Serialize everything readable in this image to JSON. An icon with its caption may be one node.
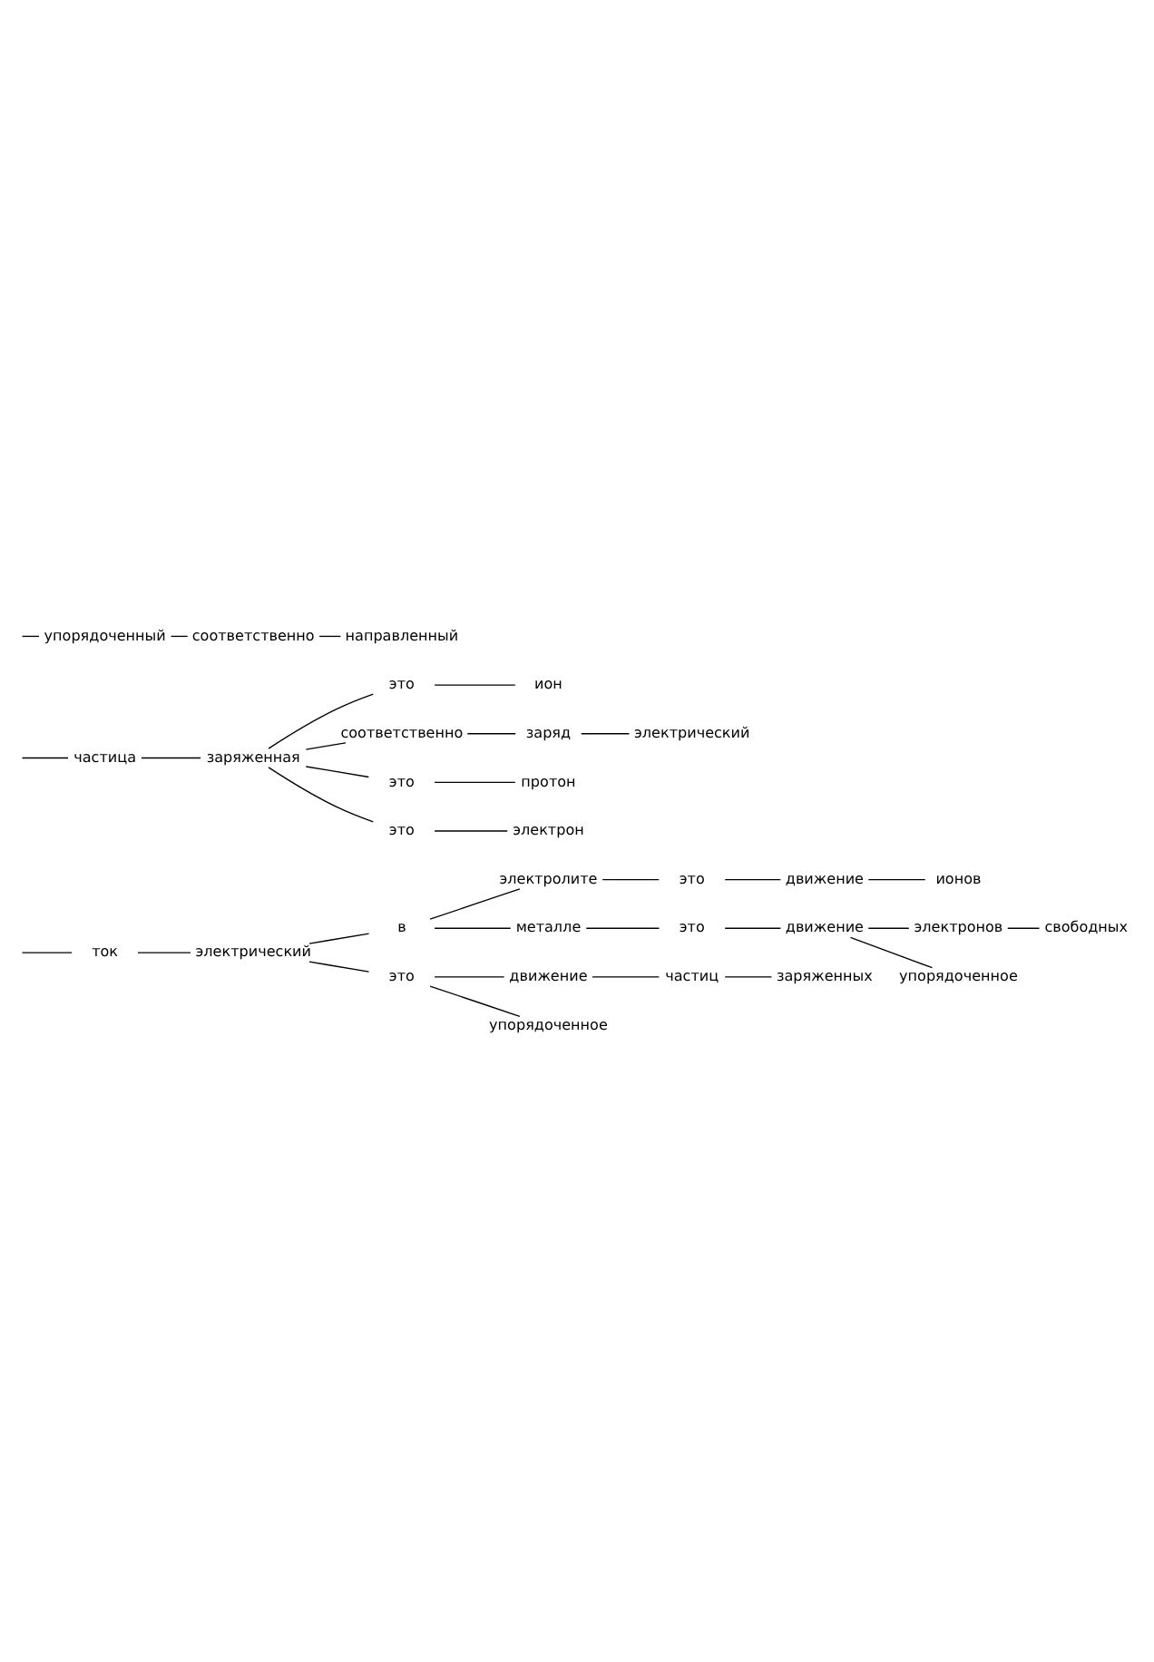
{
  "diagram": {
    "nodes": [
      {
        "text": [
          "ток"
        ]
      },
      {
        "text": [
          "электрический"
        ]
      },
      {
        "text": [
          "в"
        ]
      },
      {
        "text": [
          "электролите"
        ]
      },
      {
        "text": [
          "это"
        ]
      },
      {
        "text": [
          "движение"
        ]
      },
      {
        "text": [
          "ионов"
        ]
      },
      {
        "text": [
          "металле"
        ]
      },
      {
        "text": [
          "это"
        ]
      },
      {
        "text": [
          "движение"
        ]
      },
      {
        "text": [
          "электронов"
        ]
      },
      {
        "text": [
          "свободных"
        ]
      },
      {
        "text": [
          "упорядоченное"
        ]
      },
      {
        "text": [
          "это"
        ]
      },
      {
        "text": [
          "движение"
        ]
      },
      {
        "text": [
          "частиц"
        ]
      },
      {
        "text": [
          "заряженных"
        ]
      },
      {
        "text": [
          "упорядоченное"
        ]
      },
      {
        "text": [
          "частица"
        ]
      },
      {
        "text": [
          "заряженная"
        ]
      },
      {
        "text": [
          "это"
        ]
      },
      {
        "text": [
          "ион"
        ]
      },
      {
        "text": [
          "соответственно"
        ]
      },
      {
        "text": [
          "заряд"
        ]
      },
      {
        "text": [
          "электрический"
        ]
      },
      {
        "text": [
          "это"
        ]
      },
      {
        "text": [
          "протон"
        ]
      },
      {
        "text": [
          "это"
        ]
      },
      {
        "text": [
          "электрон"
        ]
      },
      {
        "text": [
          "упорядоченный"
        ]
      },
      {
        "text": [
          "соответственно"
        ]
      },
      {
        "text": [
          "направленный"
        ]
      }
    ],
    "edges": [
      {
        "from": null,
        "to": 0,
        "arrow": "none"
      },
      {
        "from": 0,
        "to": 1,
        "arrow": "none"
      },
      {
        "from": 1,
        "to": 2,
        "arrow": "none"
      },
      {
        "from": 2,
        "to": 3,
        "arrow": "none"
      },
      {
        "from": 3,
        "to": 4,
        "arrow": "none"
      },
      {
        "from": 4,
        "to": 5,
        "arrow": "none"
      },
      {
        "from": 5,
        "to": 6,
        "arrow": "none"
      },
      {
        "from": 2,
        "to": 7,
        "arrow": "none"
      },
      {
        "from": 7,
        "to": 8,
        "arrow": "none"
      },
      {
        "from": 8,
        "to": 9,
        "arrow": "none"
      },
      {
        "from": 9,
        "to": 10,
        "arrow": "none"
      },
      {
        "from": 10,
        "to": 11,
        "arrow": "none"
      },
      {
        "from": 9,
        "to": 12,
        "arrow": "none"
      },
      {
        "from": 1,
        "to": 13,
        "arrow": "none"
      },
      {
        "from": 13,
        "to": 14,
        "arrow": "none"
      },
      {
        "from": 14,
        "to": 15,
        "arrow": "none"
      },
      {
        "from": 15,
        "to": 16,
        "arrow": "none"
      },
      {
        "from": 13,
        "to": 17,
        "arrow": "none"
      },
      {
        "from": null,
        "to": 18,
        "arrow": "none"
      },
      {
        "from": 18,
        "to": 19,
        "arrow": "none"
      },
      {
        "from": 19,
        "to": 20,
        "arrow": "none"
      },
      {
        "from": 20,
        "to": 21,
        "arrow": "none"
      },
      {
        "from": 19,
        "to": 22,
        "arrow": "none"
      },
      {
        "from": 22,
        "to": 23,
        "arrow": "none"
      },
      {
        "from": 23,
        "to": 24,
        "arrow": "none"
      },
      {
        "from": 19,
        "to": 25,
        "arrow": "none"
      },
      {
        "from": 25,
        "to": 26,
        "arrow": "none"
      },
      {
        "from": 19,
        "to": 27,
        "arrow": "none"
      },
      {
        "from": 27,
        "to": 28,
        "arrow": "none"
      },
      {
        "from": null,
        "to": 29,
        "arrow": "none"
      },
      {
        "from": 29,
        "to": 30,
        "arrow": "none"
      },
      {
        "from": 30,
        "to": 31,
        "arrow": "none"
      }
    ]
  }
}
